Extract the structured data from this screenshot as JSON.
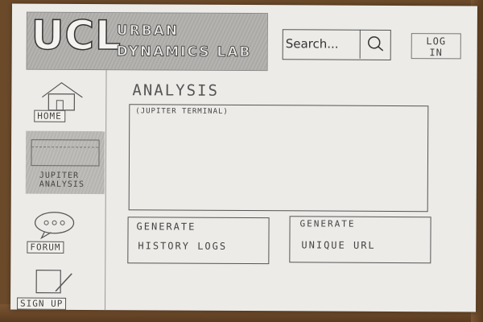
{
  "header": {
    "logo_short": "UCL",
    "logo_line1": "URBAN",
    "logo_line2": "DYNAMICS LAB",
    "search_placeholder": "Search...",
    "search_icon": "search-icon",
    "login_line1": "LOG",
    "login_line2": "IN"
  },
  "sidebar": {
    "items": [
      {
        "label": "HOME",
        "icon": "house-icon"
      },
      {
        "label_line1": "JUPITER",
        "label_line2": "ANALYSIS",
        "icon": "terminal-window-icon"
      },
      {
        "label": "FORUM",
        "icon": "speech-bubble-icon"
      },
      {
        "label": "SIGN UP",
        "icon": "pencil-paper-icon"
      }
    ]
  },
  "main": {
    "title": "ANALYSIS",
    "terminal_label": "(JUPITER TERMINAL)",
    "buttons": [
      {
        "line1": "GENERATE",
        "line2": "HISTORY LOGS"
      },
      {
        "line1": "GENERATE",
        "line2": "UNIQUE URL"
      }
    ]
  }
}
